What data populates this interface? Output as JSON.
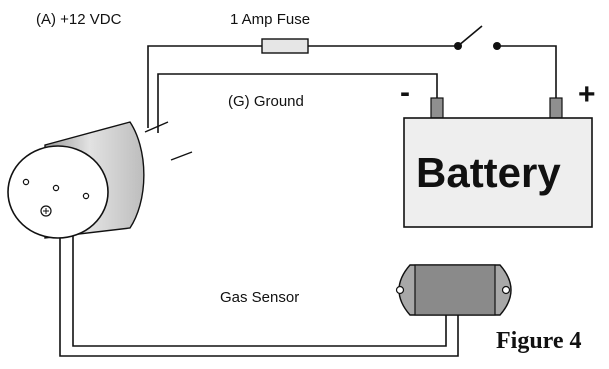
{
  "labels": {
    "power": "(A) +12 VDC",
    "fuse": "1 Amp Fuse",
    "ground": "(G) Ground",
    "battery": "Battery",
    "negative": "-",
    "positive": "+",
    "sensor": "Gas Sensor",
    "figure": "Figure 4"
  },
  "colors": {
    "wire": "#111111",
    "battery_fill": "#eeeeee",
    "fuse_fill": "#e6e6e6",
    "sensor_fill": "#a8a8a8",
    "sensor_body": "#8a8a8a",
    "terminal_fill": "#8f8f8f",
    "gauge_face": "#ffffff"
  }
}
